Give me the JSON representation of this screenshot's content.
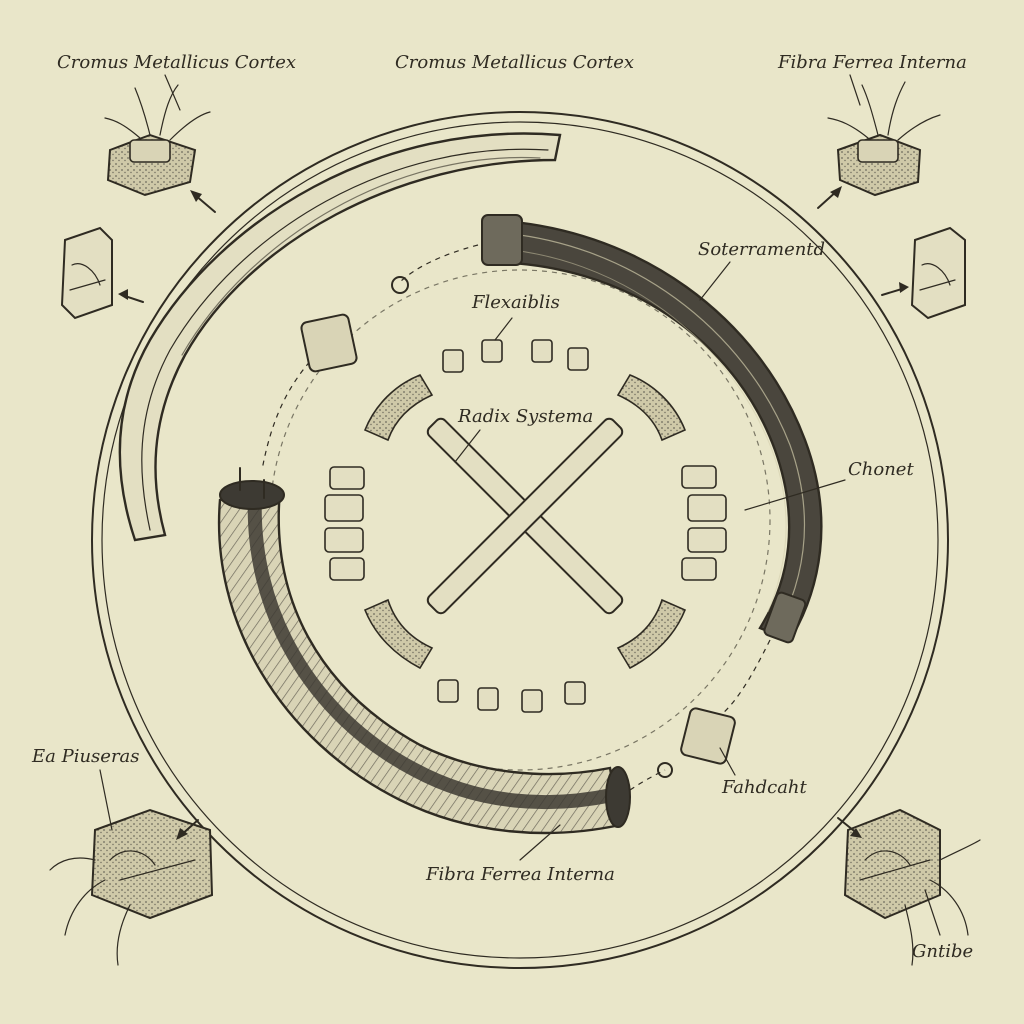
{
  "labels": {
    "top_left": "Cromus Metallicus Cortex",
    "top_center": "Cromus Metallicus Cortex",
    "top_right": "Fibra Ferrea Interna",
    "soterramentd": "Soterramentd",
    "flexaiblis": "Flexaiblis",
    "radix_systema": "Radix Systema",
    "chonet": "Chonet",
    "fahdcaht": "Fahdcaht",
    "bottom_center": "Fibra Ferrea Interna",
    "ea_piuseras": "Ea Piuseras",
    "gntibe": "Gntibe"
  },
  "colors": {
    "paper": "#e9e6c9",
    "ink": "#2f2b22",
    "shade": "#6e6a5c",
    "dark_band": "#3d3a33"
  }
}
